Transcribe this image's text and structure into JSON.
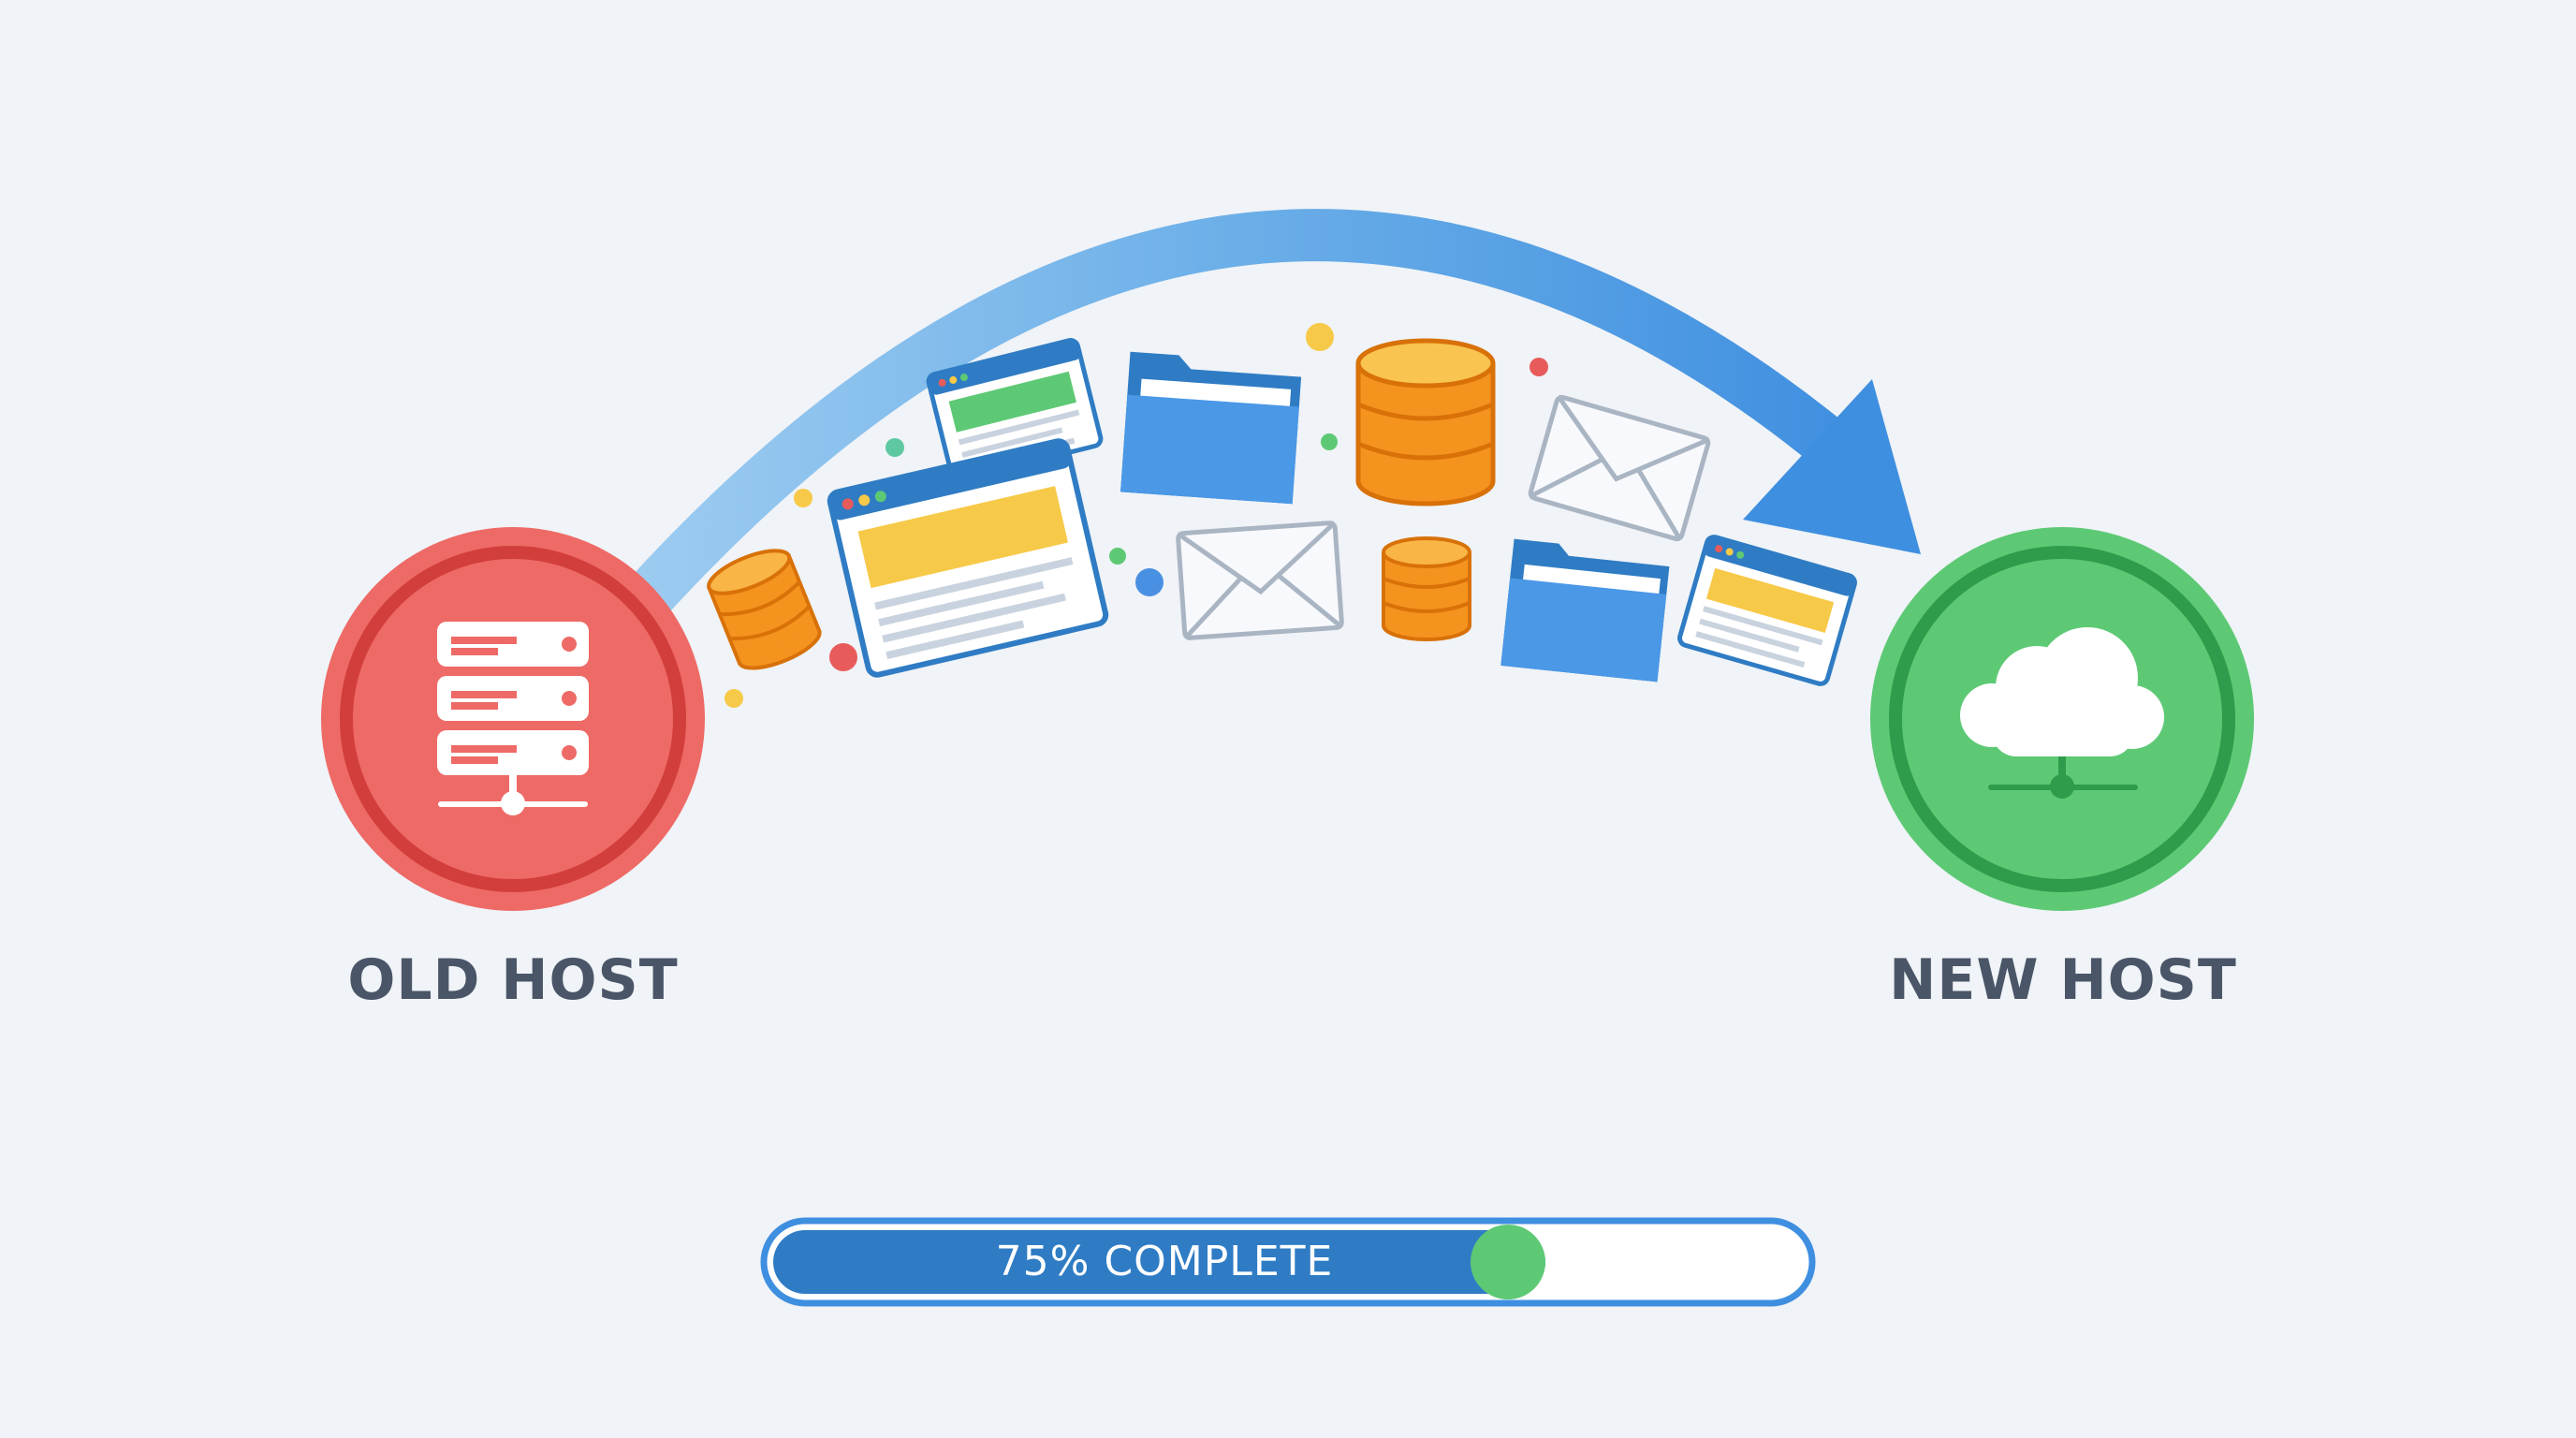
{
  "old_host": {
    "label": "OLD HOST",
    "color": "#e84b4b"
  },
  "new_host": {
    "label": "NEW HOST",
    "color": "#3fae5a"
  },
  "transfer": {
    "arrow_color": "#4a90e2",
    "items": [
      "database-icon",
      "browser-window-icon",
      "folder-icon",
      "envelope-icon",
      "database-icon",
      "envelope-icon",
      "browser-window-icon",
      "folder-icon",
      "database-icon",
      "browser-window-icon"
    ]
  },
  "progress": {
    "label": "75% COMPLETE",
    "value": 0.75,
    "fill_color": "#2f7cc4",
    "knob_color": "#5ec975"
  }
}
